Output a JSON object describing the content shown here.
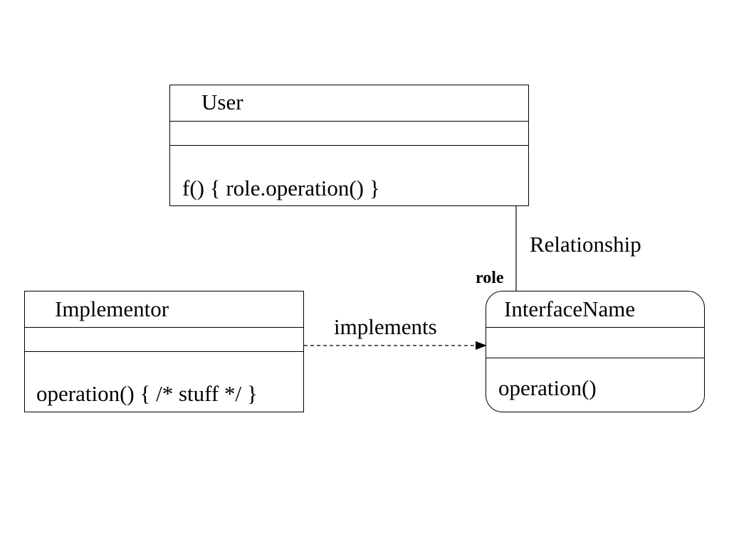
{
  "classes": {
    "user": {
      "name": "User",
      "attributes": "",
      "operations": "f() { role.operation() }"
    },
    "implementor": {
      "name": "Implementor",
      "attributes": "",
      "operations": "operation() { /* stuff */ }"
    },
    "interface": {
      "name": "InterfaceName",
      "attributes": "",
      "operations": "operation()"
    }
  },
  "relationships": {
    "association": {
      "label": "Relationship",
      "role": "role"
    },
    "realization": {
      "label": "implements"
    }
  }
}
